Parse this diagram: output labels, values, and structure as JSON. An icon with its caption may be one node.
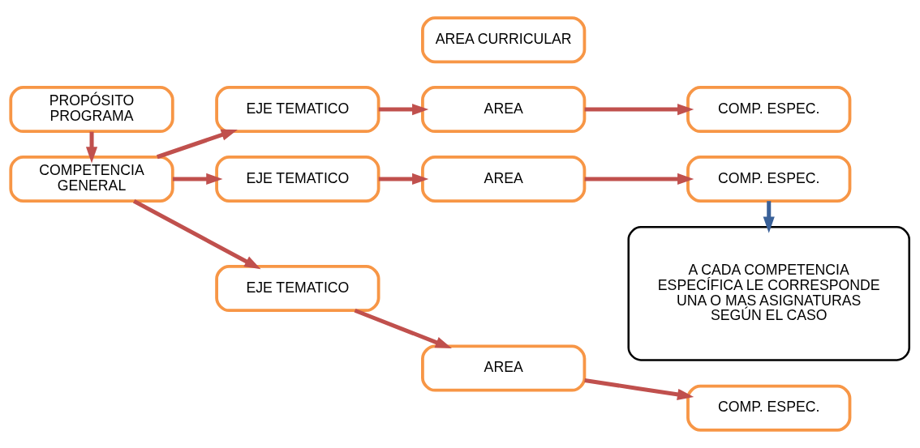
{
  "diagram": {
    "nodes": [
      {
        "text": [
          "PROPÓSITO PROGRAMA"
        ]
      },
      {
        "text": [
          "COMPETENCIA GENERAL"
        ]
      },
      {
        "text": [
          "AREA CURRICULAR"
        ]
      },
      {
        "text": [
          "EJE TEMATICO"
        ]
      },
      {
        "text": [
          "AREA"
        ]
      },
      {
        "text": [
          "COMP. ESPEC."
        ]
      },
      {
        "text": [
          "EJE TEMATICO"
        ]
      },
      {
        "text": [
          "AREA"
        ]
      },
      {
        "text": [
          "COMP. ESPEC."
        ]
      },
      {
        "text": [
          "EJE TEMATICO"
        ]
      },
      {
        "text": [
          "AREA"
        ]
      },
      {
        "text": [
          "COMP. ESPEC."
        ]
      },
      {
        "text": [
          "A CADA COMPETENCIA ESPECÍFICA LE CORRESPONDE UNA O MAS ASIGNATURAS SEGÚN EL CASO"
        ]
      }
    ],
    "edges": [
      {
        "from": 0,
        "to": 1,
        "arrow": "to"
      },
      {
        "from": 1,
        "to": 3,
        "arrow": "to"
      },
      {
        "from": 1,
        "to": 6,
        "arrow": "to"
      },
      {
        "from": 1,
        "to": 9,
        "arrow": "to"
      },
      {
        "from": 3,
        "to": 4,
        "arrow": "to"
      },
      {
        "from": 4,
        "to": 5,
        "arrow": "to"
      },
      {
        "from": 6,
        "to": 7,
        "arrow": "to"
      },
      {
        "from": 7,
        "to": 8,
        "arrow": "to"
      },
      {
        "from": 9,
        "to": 10,
        "arrow": "to"
      },
      {
        "from": 10,
        "to": 11,
        "arrow": "to"
      },
      {
        "from": 8,
        "to": 12,
        "arrow": "to",
        "color": "#3a6199"
      }
    ]
  }
}
